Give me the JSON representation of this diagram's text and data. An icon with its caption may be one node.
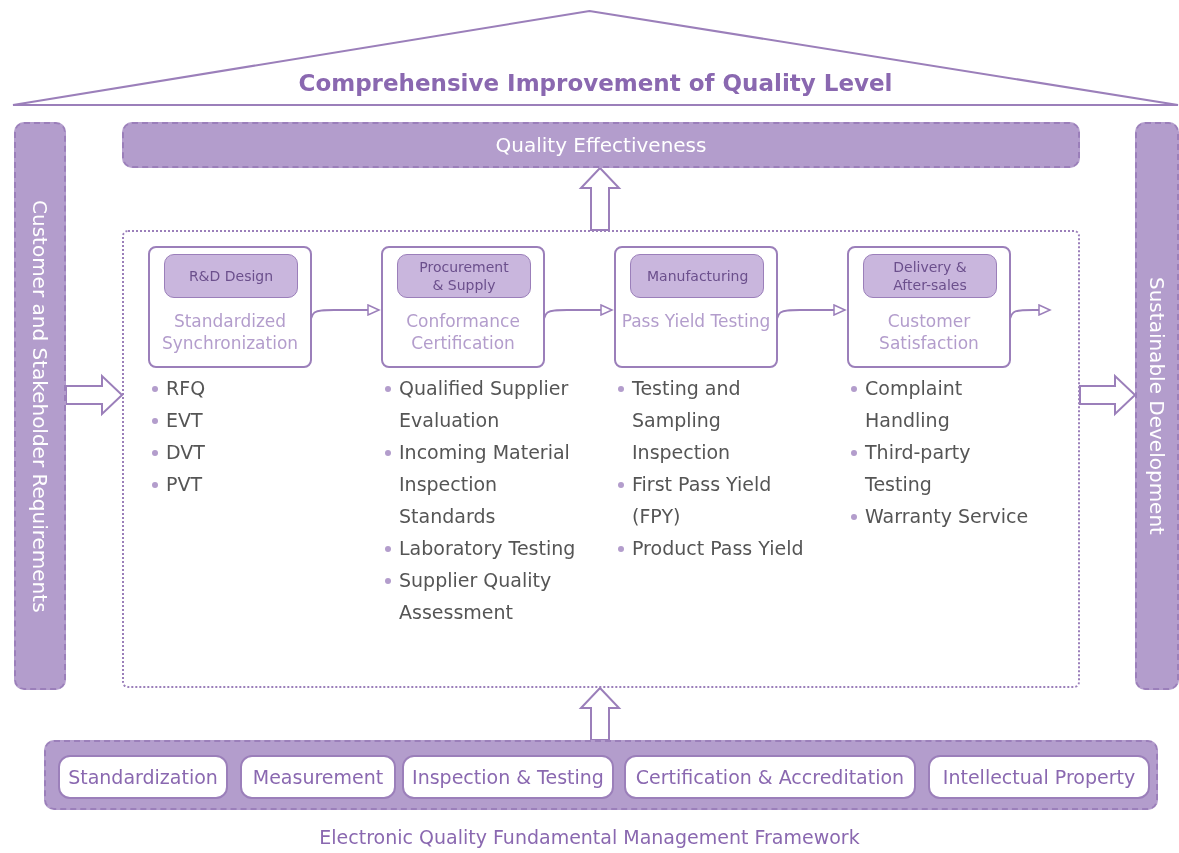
{
  "diagram": {
    "caption": "Electronic Quality Fundamental Management Framework",
    "nodes": [
      {
        "text": [
          "Comprehensive Improvement of Quality Level"
        ]
      },
      {
        "text": [
          "Quality Effectiveness"
        ]
      },
      {
        "text": [
          "Customer and Stakeholder Requirements"
        ]
      },
      {
        "text": [],
        "shape": "box"
      },
      {
        "text": [
          "Standardized Synchronization"
        ],
        "in": 3,
        "beside": [
          "RFQ",
          "EVT",
          "DVT",
          "PVT"
        ]
      },
      {
        "text": [
          "R&D Design"
        ],
        "in": 4
      },
      {
        "text": [
          "Conformance Certification"
        ],
        "in": 3,
        "beside": [
          "Qualified Supplier Evaluation",
          "Incoming Material Inspection Standards",
          "Laboratory Testing",
          "Supplier Quality Assessment"
        ]
      },
      {
        "text": [
          "Procurement & Supply"
        ],
        "in": 6
      },
      {
        "text": [
          "Pass Yield Testing"
        ],
        "in": 3,
        "beside": [
          "Testing and Sampling Inspection",
          "First Pass Yield (FPY)",
          "Product Pass Yield"
        ]
      },
      {
        "text": [
          "Manufacturing"
        ],
        "in": 8
      },
      {
        "text": [
          "Customer Satisfaction"
        ],
        "in": 3,
        "beside": [
          "Complaint Handling",
          "Third-party Testing",
          "Warranty Service"
        ]
      },
      {
        "text": [
          "Delivery & After-sales"
        ],
        "in": 10
      },
      {
        "text": [
          "Sustainable Development"
        ]
      },
      {
        "text": [],
        "shape": "bar"
      },
      {
        "text": [
          "Standardization"
        ],
        "in": 13
      },
      {
        "text": [
          "Measurement"
        ],
        "in": 13
      },
      {
        "text": [
          "Inspection & Testing"
        ],
        "in": 13
      },
      {
        "text": [
          "Certification & Accreditation"
        ],
        "in": 13
      },
      {
        "text": [
          "Intellectual Property"
        ],
        "in": 13
      }
    ],
    "edges": [
      {
        "from": 2,
        "to": 3,
        "arrow": "to",
        "style": "thick"
      },
      {
        "from": 3,
        "to": 12,
        "arrow": "to",
        "style": "thick"
      },
      {
        "from": 3,
        "to": 1,
        "arrow": "to",
        "style": "thick"
      },
      {
        "from": 13,
        "to": 3,
        "arrow": "to",
        "style": "thick"
      },
      {
        "from": 4,
        "to": 6,
        "arrow": "to"
      },
      {
        "from": 6,
        "to": 8,
        "arrow": "to"
      },
      {
        "from": 8,
        "to": 10,
        "arrow": "to"
      },
      {
        "from": 10,
        "to": null,
        "arrow": "to"
      }
    ]
  }
}
